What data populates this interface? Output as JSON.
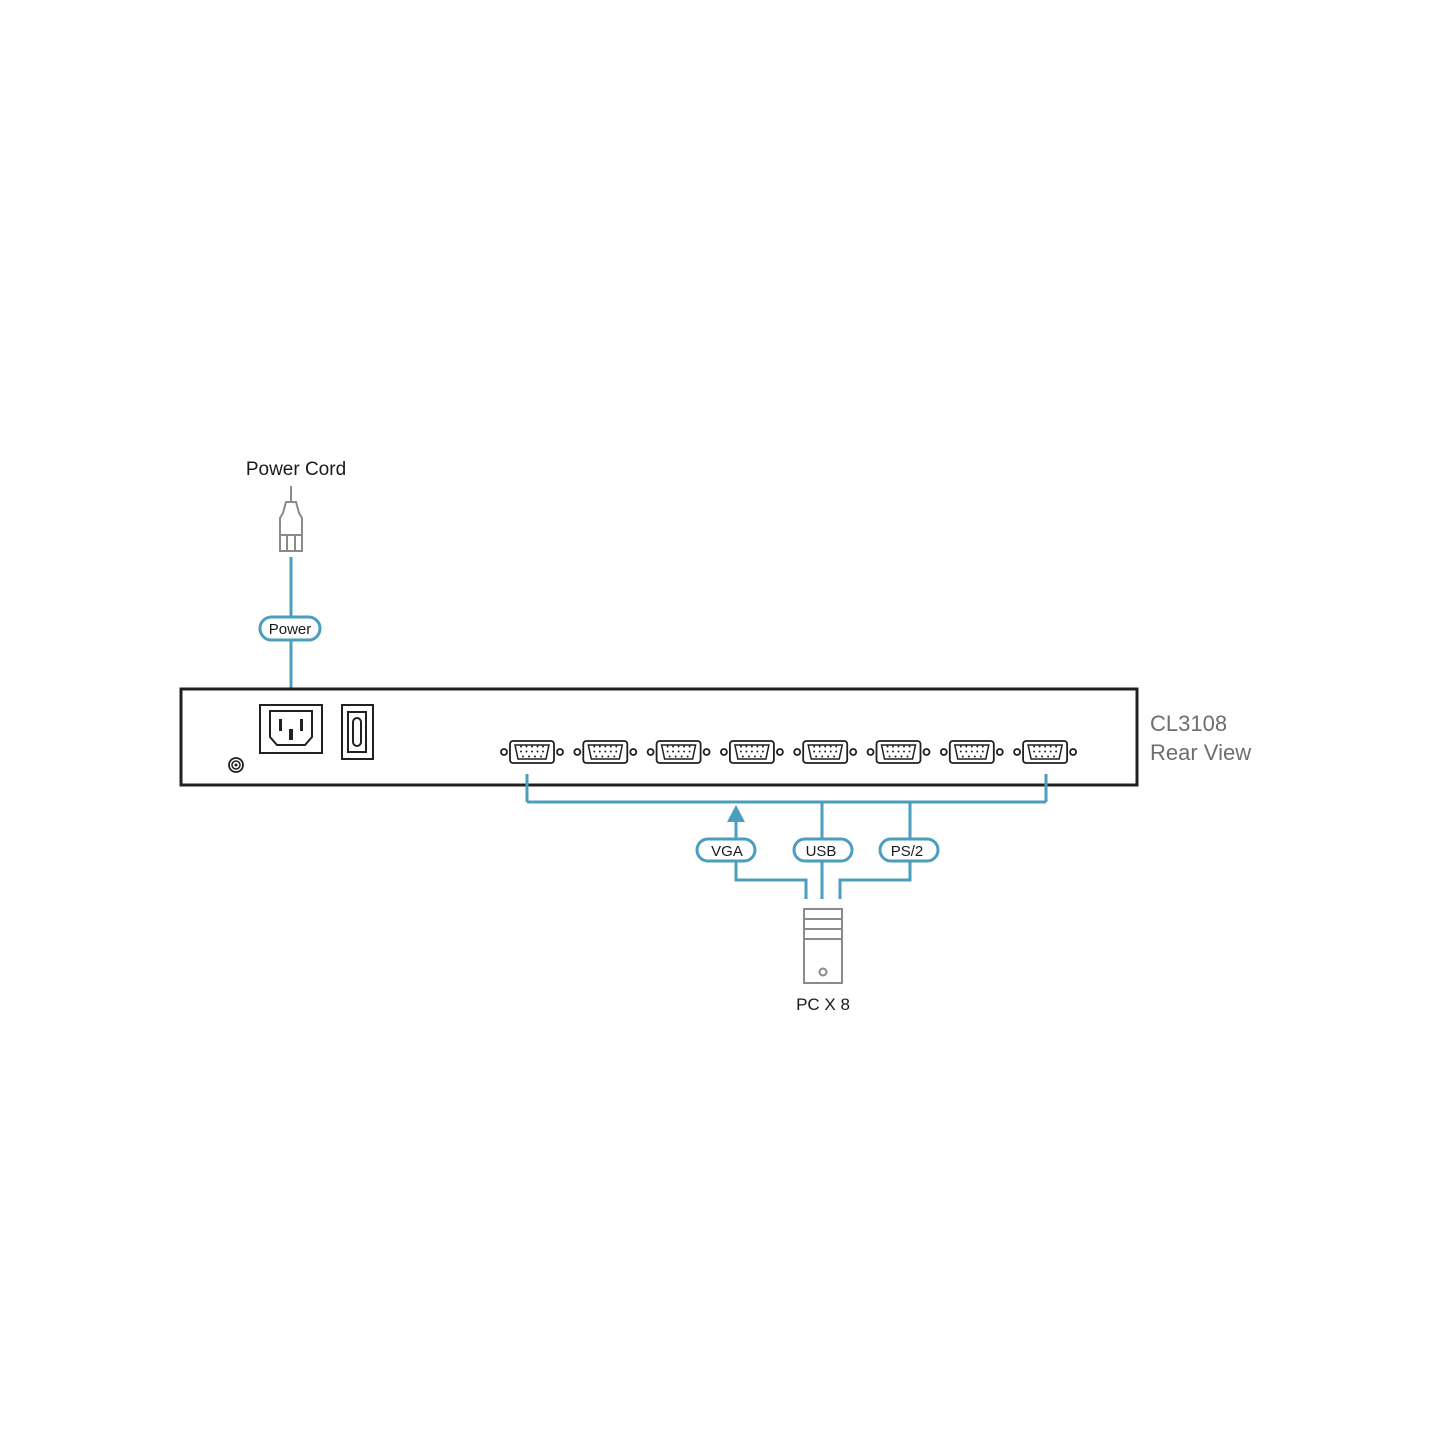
{
  "power_cord": {
    "label": "Power Cord"
  },
  "power_tag": {
    "label": "Power"
  },
  "device": {
    "model": "CL3108",
    "view": "Rear View"
  },
  "ports": {
    "count": 8
  },
  "cable_tags": {
    "vga": "VGA",
    "usb": "USB",
    "ps2": "PS/2"
  },
  "pc": {
    "label": "PC X 8"
  },
  "colors": {
    "cable": "#4a9ebe",
    "device_outline": "#231f20",
    "plug": "#8a8a8a",
    "pc_outline": "#8a8a8a",
    "text": "#1a1a1a",
    "caption": "#6d6e71"
  }
}
